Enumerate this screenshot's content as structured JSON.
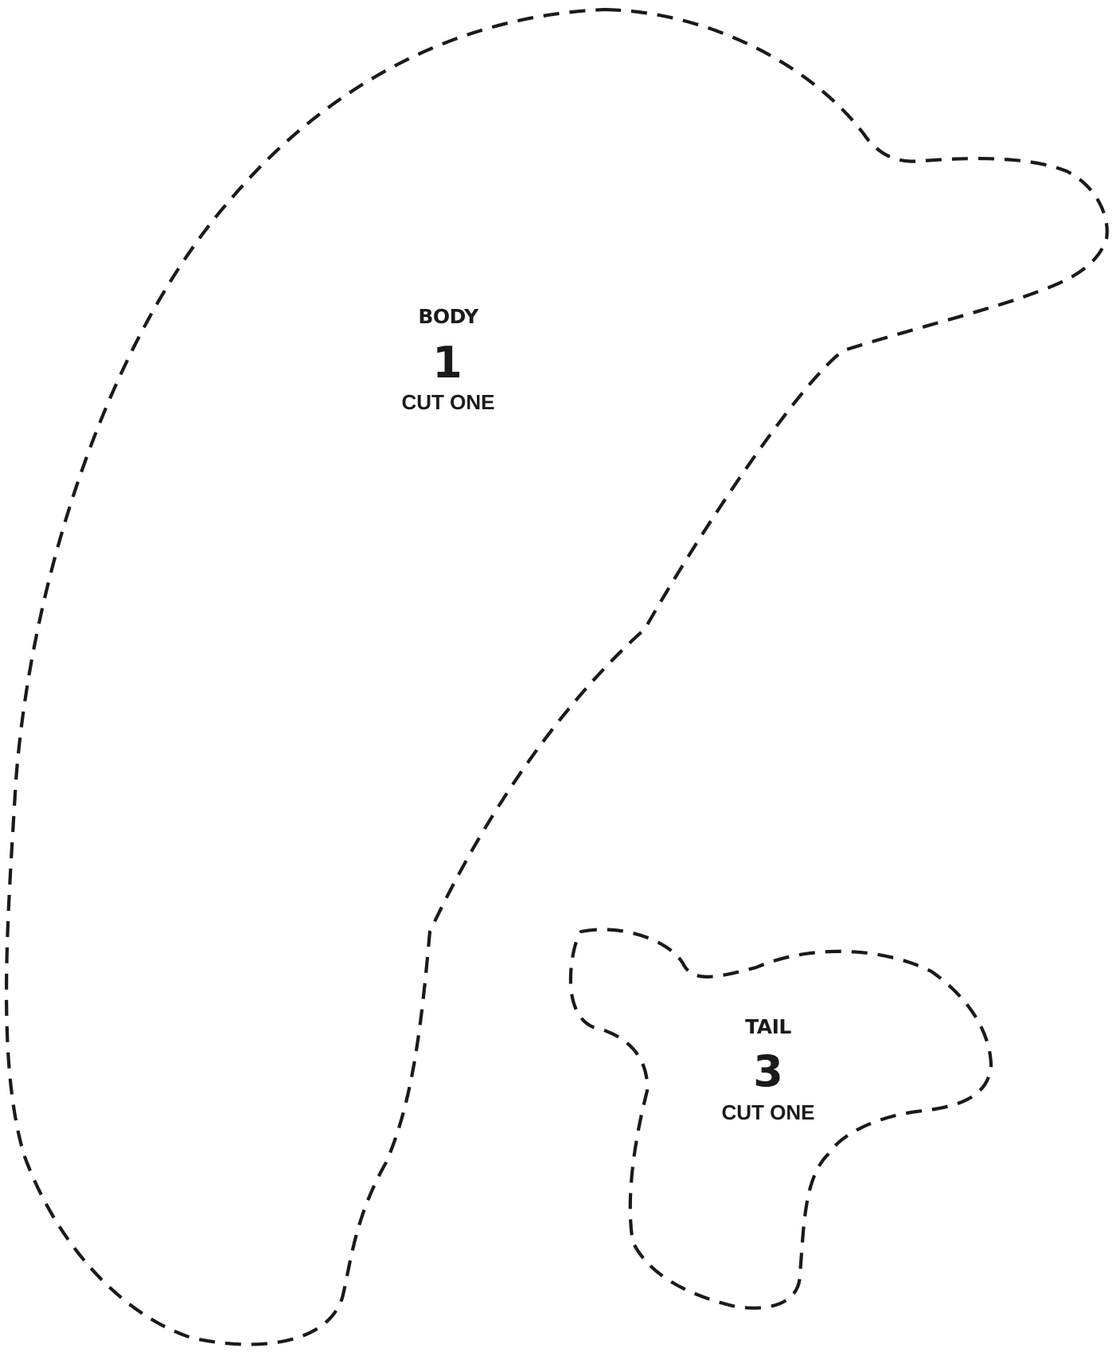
{
  "colors": {
    "line": "#1a1a1a",
    "text": "#1a1a1a",
    "background": "#ffffff"
  },
  "pieces": {
    "body": {
      "name": "BODY",
      "number": "1",
      "instruction": "CUT ONE"
    },
    "tail": {
      "name": "TAIL",
      "number": "3",
      "instruction": "CUT ONE"
    }
  }
}
